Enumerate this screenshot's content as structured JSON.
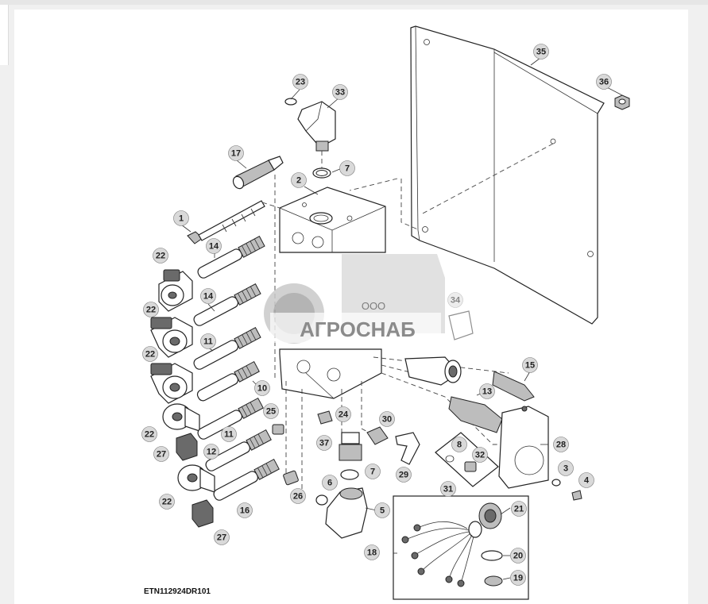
{
  "figure_code": "ETN112924DR101",
  "watermark": {
    "line1": "ООО",
    "line2": "АГРОСНАБ"
  },
  "callouts": [
    {
      "id": "c35",
      "label": "35"
    },
    {
      "id": "c36",
      "label": "36"
    },
    {
      "id": "c23",
      "label": "23"
    },
    {
      "id": "c33",
      "label": "33"
    },
    {
      "id": "c17",
      "label": "17"
    },
    {
      "id": "c7a",
      "label": "7"
    },
    {
      "id": "c2",
      "label": "2"
    },
    {
      "id": "c1",
      "label": "1"
    },
    {
      "id": "c22a",
      "label": "22"
    },
    {
      "id": "c14a",
      "label": "14"
    },
    {
      "id": "c22b",
      "label": "22"
    },
    {
      "id": "c14b",
      "label": "14"
    },
    {
      "id": "c34",
      "label": "34"
    },
    {
      "id": "c22c",
      "label": "22"
    },
    {
      "id": "c11a",
      "label": "11"
    },
    {
      "id": "c15",
      "label": "15"
    },
    {
      "id": "c10",
      "label": "10"
    },
    {
      "id": "c13",
      "label": "13"
    },
    {
      "id": "c25",
      "label": "25"
    },
    {
      "id": "c24",
      "label": "24"
    },
    {
      "id": "c30",
      "label": "30"
    },
    {
      "id": "c22d",
      "label": "22"
    },
    {
      "id": "c11b",
      "label": "11"
    },
    {
      "id": "c28",
      "label": "28"
    },
    {
      "id": "c8",
      "label": "8"
    },
    {
      "id": "c37",
      "label": "37"
    },
    {
      "id": "c27a",
      "label": "27"
    },
    {
      "id": "c12",
      "label": "12"
    },
    {
      "id": "c32",
      "label": "32"
    },
    {
      "id": "c3",
      "label": "3"
    },
    {
      "id": "c7b",
      "label": "7"
    },
    {
      "id": "c29",
      "label": "29"
    },
    {
      "id": "c4",
      "label": "4"
    },
    {
      "id": "c6",
      "label": "6"
    },
    {
      "id": "c31",
      "label": "31"
    },
    {
      "id": "c26",
      "label": "26"
    },
    {
      "id": "c22e",
      "label": "22"
    },
    {
      "id": "c16",
      "label": "16"
    },
    {
      "id": "c5",
      "label": "5"
    },
    {
      "id": "c21",
      "label": "21"
    },
    {
      "id": "c27b",
      "label": "27"
    },
    {
      "id": "c18",
      "label": "18"
    },
    {
      "id": "c20",
      "label": "20"
    },
    {
      "id": "c19",
      "label": "19"
    }
  ]
}
